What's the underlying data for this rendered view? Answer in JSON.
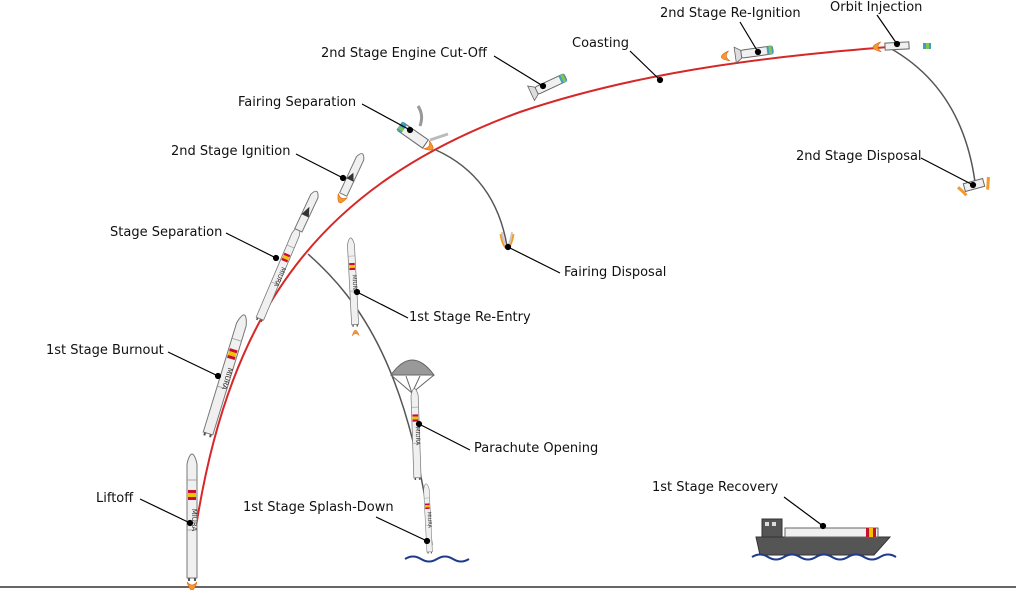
{
  "diagram": {
    "labels": {
      "orbit_injection": "Orbit Injection",
      "second_stage_reignition": "2nd Stage Re-Ignition",
      "coasting": "Coasting",
      "second_stage_cutoff": "2nd Stage Engine Cut-Off",
      "fairing_separation": "Fairing Separation",
      "second_stage_ignition": "2nd Stage Ignition",
      "stage_separation": "Stage Separation",
      "first_stage_burnout": "1st Stage Burnout",
      "liftoff": "Liftoff",
      "first_stage_splashdown": "1st Stage Splash-Down",
      "parachute_opening": "Parachute Opening",
      "first_stage_reentry": "1st Stage Re-Entry",
      "fairing_disposal": "Fairing Disposal",
      "second_stage_disposal": "2nd Stage Disposal",
      "first_stage_recovery": "1st Stage Recovery"
    },
    "rocket_name": "MIURA",
    "colors": {
      "ascent_trajectory": "#d62828",
      "descent_trajectory": "#555555",
      "leader_line": "#000000",
      "rocket_body": "#eeeeee",
      "flame": "#f39a2b",
      "flag_red": "#c8102e",
      "flag_yellow": "#f4c300",
      "sea": "#1f3b8c",
      "ship_hull": "#555555"
    }
  }
}
